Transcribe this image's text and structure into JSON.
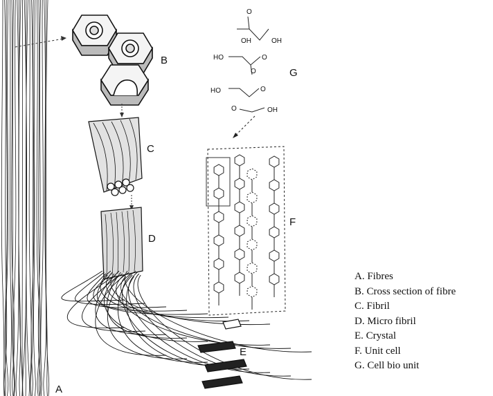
{
  "labels": {
    "A": "A",
    "B": "B",
    "C": "C",
    "D": "D",
    "E": "E",
    "F": "F",
    "G": "G"
  },
  "chemistry": {
    "oh1": "OH",
    "oh2": "OH",
    "ho1": "HO",
    "ho2": "HO",
    "oh3": "OH",
    "o1": "O",
    "o2": "O",
    "o3": "O",
    "o4": "O",
    "o5": "O"
  },
  "legend": [
    "A. Fibres",
    "B. Cross section of fibre",
    "C. Fibril",
    "D. Micro fibril",
    "E. Crystal",
    "F. Unit cell",
    "G. Cell bio unit"
  ]
}
